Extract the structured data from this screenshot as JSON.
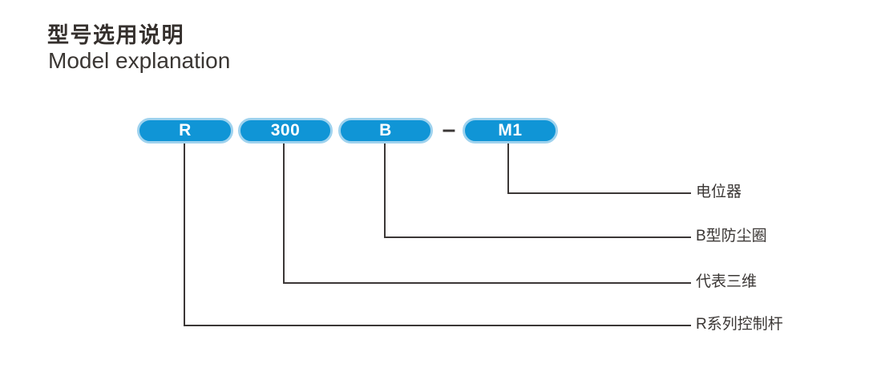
{
  "header": {
    "title_zh": "型号选用说明",
    "title_en": "Model explanation"
  },
  "model": {
    "separator": "–",
    "colors": {
      "pill_fill": "#1095d6",
      "pill_border": "#9ed2ee",
      "line": "#3b3736",
      "text": "#3b3735"
    },
    "segments": [
      {
        "code": "R",
        "label": "R系列控制杆"
      },
      {
        "code": "300",
        "label": "代表三维"
      },
      {
        "code": "B",
        "label": "B型防尘圈"
      },
      {
        "code": "M1",
        "label": "电位器"
      }
    ]
  }
}
